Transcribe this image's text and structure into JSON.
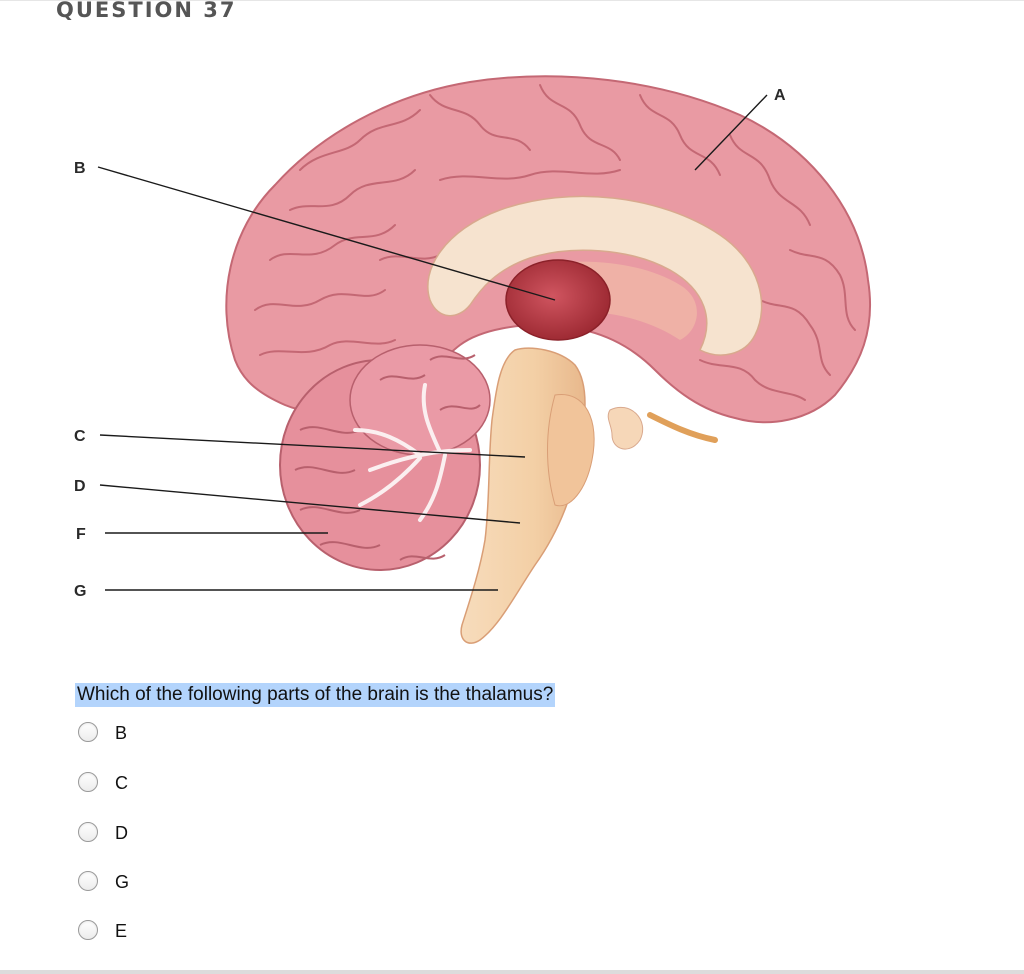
{
  "question": {
    "header": "QUESTION 37",
    "text": "Which of the following parts of the brain is the thalamus?"
  },
  "figure": {
    "labels": {
      "a": "A",
      "b": "B",
      "c": "C",
      "d": "D",
      "f": "F",
      "g": "G"
    },
    "colors": {
      "cortex": "#e99aa3",
      "cortex_dark": "#c46874",
      "corpus_callosum": "#f6e3cf",
      "thalamus": "#b5343b",
      "brainstem": "#f3cfa5",
      "cerebellum": "#e6909c"
    }
  },
  "choices": [
    {
      "label": "B",
      "selected": false
    },
    {
      "label": "C",
      "selected": false
    },
    {
      "label": "D",
      "selected": false
    },
    {
      "label": "G",
      "selected": false
    },
    {
      "label": "E",
      "selected": false
    }
  ],
  "colors": {
    "highlight": "#b3d4fc"
  }
}
